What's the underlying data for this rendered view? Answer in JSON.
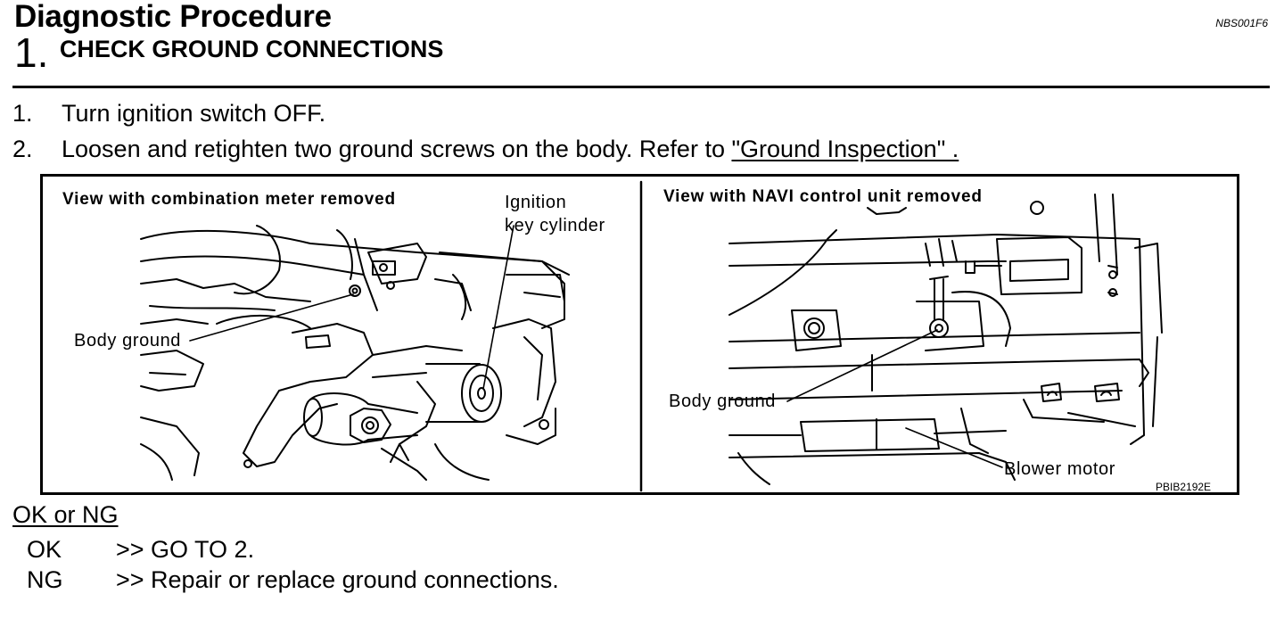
{
  "header": {
    "title": "Diagnostic Procedure",
    "code": "NBS001F6"
  },
  "step": {
    "number": "1.",
    "title": "CHECK GROUND CONNECTIONS"
  },
  "instructions": [
    {
      "num": "1.",
      "text": "Turn ignition switch OFF.",
      "link": ""
    },
    {
      "num": "2.",
      "text": "Loosen and retighten two ground screws on the body. Refer to ",
      "link": "\"Ground Inspection\" ."
    }
  ],
  "figure": {
    "left": {
      "caption": "View with combination meter removed",
      "callout_ignition_line1": "Ignition",
      "callout_ignition_line2": "key cylinder",
      "callout_ground": "Body ground"
    },
    "right": {
      "caption": "View with NAVI control unit removed",
      "callout_ground": "Body ground",
      "callout_blower": "Blower motor"
    },
    "code": "PBIB2192E"
  },
  "results": {
    "heading": "OK or NG",
    "items": [
      {
        "key": "OK",
        "value": ">> GO TO 2."
      },
      {
        "key": "NG",
        "value": ">> Repair or replace ground connections."
      }
    ]
  }
}
